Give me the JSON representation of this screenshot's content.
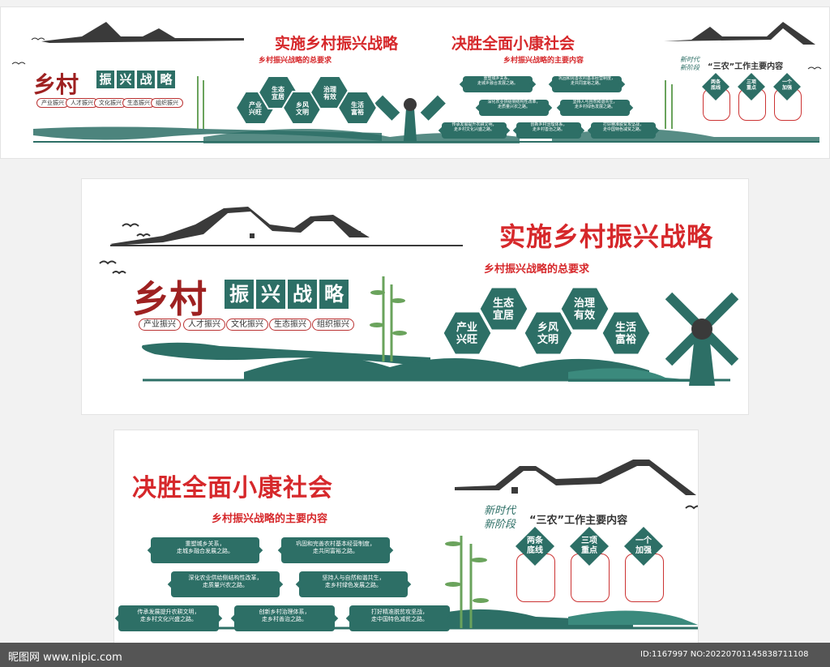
{
  "title_main": "实施乡村振兴战略",
  "title_second": "决胜全面小康社会",
  "logo_left": "乡村",
  "logo_right": [
    "振",
    "兴",
    "战",
    "略"
  ],
  "tags": [
    "产业振兴",
    "人才振兴",
    "文化振兴",
    "生态振兴",
    "组织振兴"
  ],
  "general_req_title": "乡村振兴战略的总要求",
  "hexes": [
    {
      "label": "产业\n兴旺"
    },
    {
      "label": "生态\n宜居"
    },
    {
      "label": "乡风\n文明"
    },
    {
      "label": "治理\n有效"
    },
    {
      "label": "生活\n富裕"
    }
  ],
  "main_content_title": "乡村振兴战略的主要内容",
  "paths": [
    "重塑城乡关系，\n走城乡融合发展之路。",
    "巩固和完善农村基本经营制度，\n走共同富裕之路。",
    "深化农业供给侧结构性改革，\n走质量兴农之路。",
    "坚持人与自然和谐共生，\n走乡村绿色发展之路。",
    "传承发展提升农耕文明，\n走乡村文化兴盛之路。",
    "创新乡村治理体系，\n走乡村善治之路。",
    "打好精准脱贫攻坚战，\n走中国特色减贫之路。"
  ],
  "new_era": "新时代\n新阶段",
  "sannong_title": "“三农”工作主要内容",
  "diamonds": [
    "两条\n底线",
    "三项\n重点",
    "一个\n加强"
  ],
  "watermark_left": "昵图网 www.nipic.com",
  "watermark_right": "ID:1167997 NO:20220701145838711108",
  "colors": {
    "teal": "#2d6f66",
    "red": "#d6282b",
    "darkred": "#9e2121",
    "roof": "#3a3a3a"
  }
}
